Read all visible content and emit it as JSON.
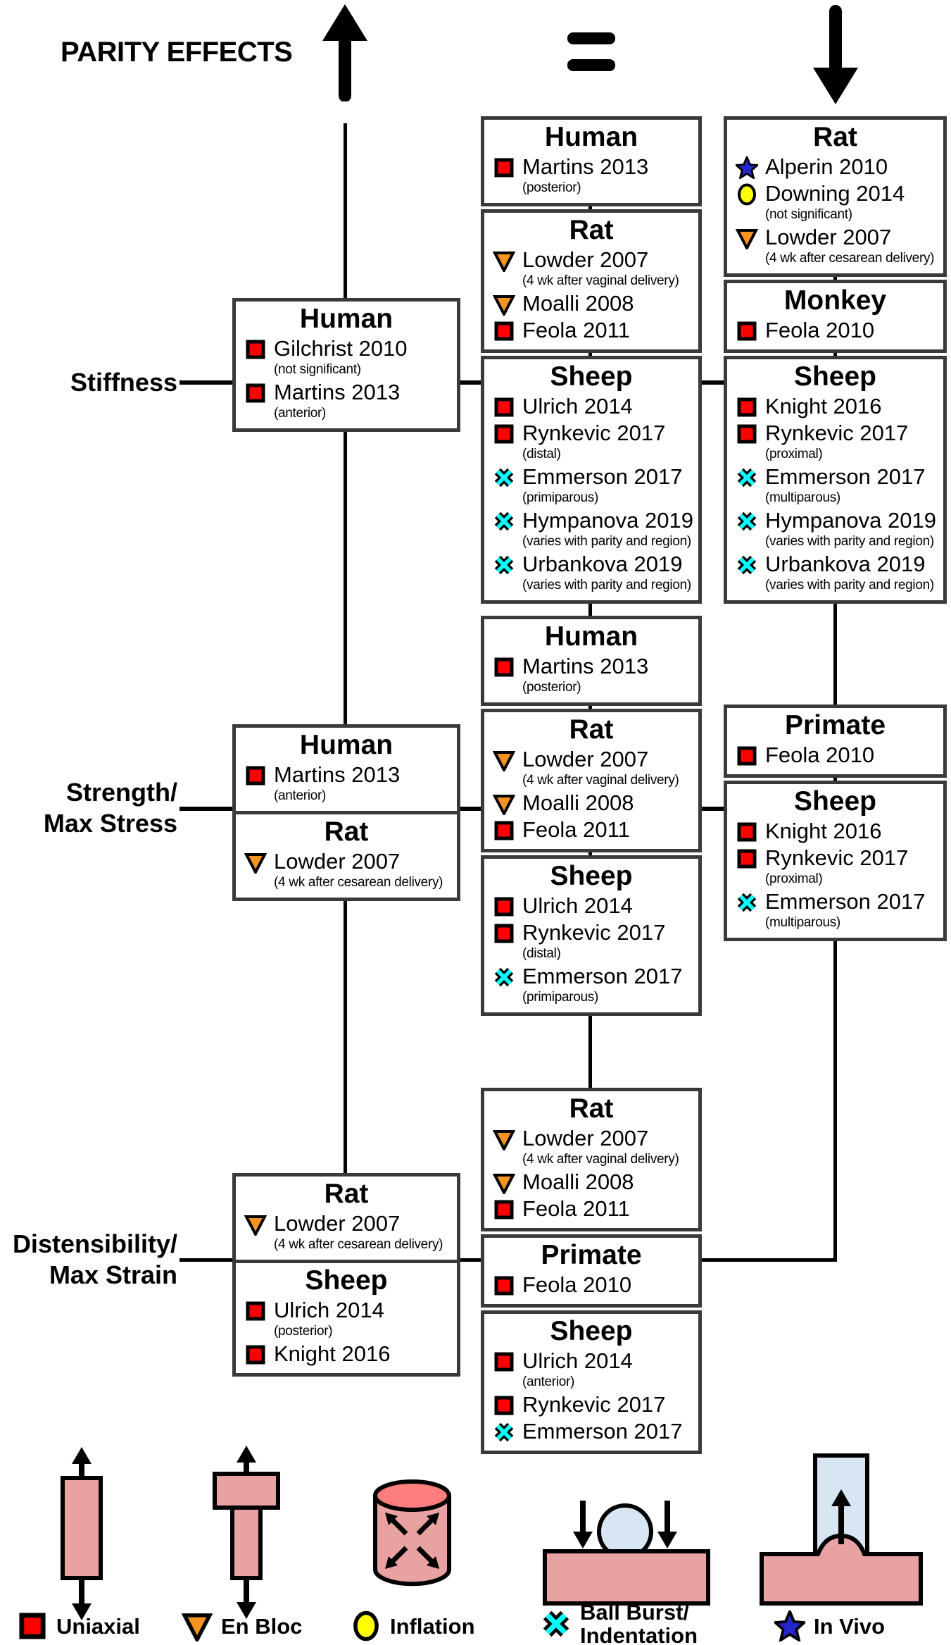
{
  "header": {
    "title": "PARITY EFFECTS"
  },
  "rows": [
    {
      "label": "Stiffness"
    },
    {
      "label": "Strength/\nMax Stress"
    },
    {
      "label": "Distensibility/\nMax Strain"
    }
  ],
  "colors": {
    "uniaxial": "#ff0000",
    "enbloc": "#f7941e",
    "inflation": "#ffff00",
    "ballburst": "#00ffff",
    "invivo": "#2525cd",
    "specimen_pink": "#e8a2a2",
    "specimen_pink_top": "#fb7d7d",
    "specimen_blue": "#d8e6f4",
    "box_border": "#3a3a3a"
  },
  "stacks": {
    "left_stiffness": [
      {
        "species": "Human",
        "entries": [
          {
            "marker": "uniaxial",
            "text": "Gilchrist 2010",
            "note": "(not significant)"
          },
          {
            "marker": "uniaxial",
            "text": "Martins 2013",
            "note": "(anterior)"
          }
        ]
      }
    ],
    "left_strength": [
      {
        "species": "Human",
        "entries": [
          {
            "marker": "uniaxial",
            "text": "Martins 2013",
            "note": "(anterior)"
          }
        ]
      },
      {
        "species": "Rat",
        "entries": [
          {
            "marker": "enbloc",
            "text": "Lowder 2007",
            "note": "(4 wk after cesarean delivery)"
          }
        ]
      }
    ],
    "left_distensibility": [
      {
        "species": "Rat",
        "entries": [
          {
            "marker": "enbloc",
            "text": "Lowder 2007",
            "note": "(4 wk after cesarean delivery)"
          }
        ]
      },
      {
        "species": "Sheep",
        "entries": [
          {
            "marker": "uniaxial",
            "text": "Ulrich 2014",
            "note": "(posterior)"
          },
          {
            "marker": "uniaxial",
            "text": "Knight 2016"
          }
        ]
      }
    ],
    "mid_stiffness": [
      {
        "species": "Human",
        "entries": [
          {
            "marker": "uniaxial",
            "text": "Martins 2013",
            "note": "(posterior)"
          }
        ]
      },
      {
        "species": "Rat",
        "entries": [
          {
            "marker": "enbloc",
            "text": "Lowder 2007",
            "note": "(4 wk after vaginal delivery)"
          },
          {
            "marker": "enbloc",
            "text": "Moalli 2008"
          },
          {
            "marker": "uniaxial",
            "text": "Feola 2011"
          }
        ]
      },
      {
        "species": "Sheep",
        "entries": [
          {
            "marker": "uniaxial",
            "text": "Ulrich 2014"
          },
          {
            "marker": "uniaxial",
            "text": "Rynkevic 2017",
            "note": "(distal)"
          },
          {
            "marker": "ballburst",
            "text": "Emmerson 2017",
            "note": "(primiparous)"
          },
          {
            "marker": "ballburst",
            "text": "Hympanova 2019",
            "note": "(varies with parity and region)"
          },
          {
            "marker": "ballburst",
            "text": "Urbankova 2019",
            "note": "(varies with parity and region)"
          }
        ]
      }
    ],
    "mid_strength": [
      {
        "species": "Human",
        "entries": [
          {
            "marker": "uniaxial",
            "text": "Martins 2013",
            "note": "(posterior)"
          }
        ]
      },
      {
        "species": "Rat",
        "entries": [
          {
            "marker": "enbloc",
            "text": "Lowder 2007",
            "note": "(4 wk after vaginal delivery)"
          },
          {
            "marker": "enbloc",
            "text": "Moalli 2008"
          },
          {
            "marker": "uniaxial",
            "text": "Feola 2011"
          }
        ]
      },
      {
        "species": "Sheep",
        "entries": [
          {
            "marker": "uniaxial",
            "text": "Ulrich 2014"
          },
          {
            "marker": "uniaxial",
            "text": "Rynkevic 2017",
            "note": "(distal)"
          },
          {
            "marker": "ballburst",
            "text": "Emmerson 2017",
            "note": "(primiparous)"
          }
        ]
      }
    ],
    "mid_distensibility": [
      {
        "species": "Rat",
        "entries": [
          {
            "marker": "enbloc",
            "text": "Lowder 2007",
            "note": "(4 wk after vaginal delivery)"
          },
          {
            "marker": "enbloc",
            "text": "Moalli 2008"
          },
          {
            "marker": "uniaxial",
            "text": "Feola 2011"
          }
        ]
      },
      {
        "species": "Primate",
        "entries": [
          {
            "marker": "uniaxial",
            "text": "Feola 2010"
          }
        ]
      },
      {
        "species": "Sheep",
        "entries": [
          {
            "marker": "uniaxial",
            "text": "Ulrich 2014",
            "note": "(anterior)"
          },
          {
            "marker": "uniaxial",
            "text": "Rynkevic 2017"
          },
          {
            "marker": "ballburst",
            "text": "Emmerson 2017"
          }
        ]
      }
    ],
    "right_stiffness": [
      {
        "species": "Rat",
        "entries": [
          {
            "marker": "invivo",
            "text": "Alperin 2010"
          },
          {
            "marker": "inflation",
            "text": "Downing 2014",
            "note": "(not significant)"
          },
          {
            "marker": "enbloc",
            "text": "Lowder 2007",
            "note": "(4 wk after cesarean delivery)"
          }
        ]
      },
      {
        "species": "Monkey",
        "entries": [
          {
            "marker": "uniaxial",
            "text": "Feola 2010"
          }
        ]
      },
      {
        "species": "Sheep",
        "entries": [
          {
            "marker": "uniaxial",
            "text": "Knight 2016"
          },
          {
            "marker": "uniaxial",
            "text": "Rynkevic 2017",
            "note": "(proximal)"
          },
          {
            "marker": "ballburst",
            "text": "Emmerson 2017",
            "note": "(multiparous)"
          },
          {
            "marker": "ballburst",
            "text": "Hympanova 2019",
            "note": "(varies with parity and region)"
          },
          {
            "marker": "ballburst",
            "text": "Urbankova 2019",
            "note": "(varies with parity and region)"
          }
        ]
      }
    ],
    "right_strength": [
      {
        "species": "Primate",
        "entries": [
          {
            "marker": "uniaxial",
            "text": "Feola 2010"
          }
        ]
      },
      {
        "species": "Sheep",
        "entries": [
          {
            "marker": "uniaxial",
            "text": "Knight 2016"
          },
          {
            "marker": "uniaxial",
            "text": "Rynkevic 2017",
            "note": "(proximal)"
          },
          {
            "marker": "ballburst",
            "text": "Emmerson 2017",
            "note": "(multiparous)"
          }
        ]
      }
    ]
  },
  "legend": {
    "methods": [
      {
        "marker": "uniaxial",
        "label": "Uniaxial"
      },
      {
        "marker": "enbloc",
        "label": "En Bloc"
      },
      {
        "marker": "inflation",
        "label": "Inflation"
      },
      {
        "marker": "ballburst",
        "label": "Ball Burst/\nIndentation"
      },
      {
        "marker": "invivo",
        "label": "In Vivo"
      }
    ]
  }
}
